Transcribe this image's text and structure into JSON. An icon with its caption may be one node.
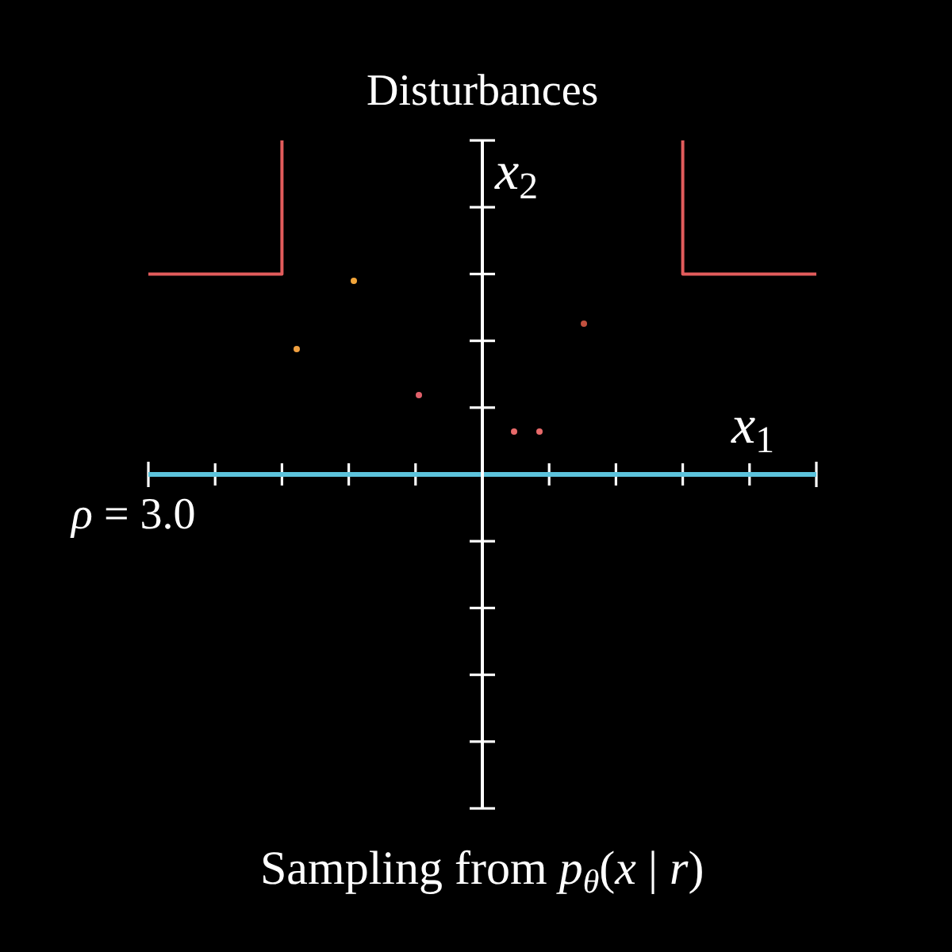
{
  "diagram": {
    "title": "Disturbances",
    "caption": "Sampling from *p*$_{θ}$(*x* | *r*)",
    "labels": [
      "*x*$_{2}$",
      "*x*$_{1}$",
      "*ρ* = 3.0"
    ]
  }
}
